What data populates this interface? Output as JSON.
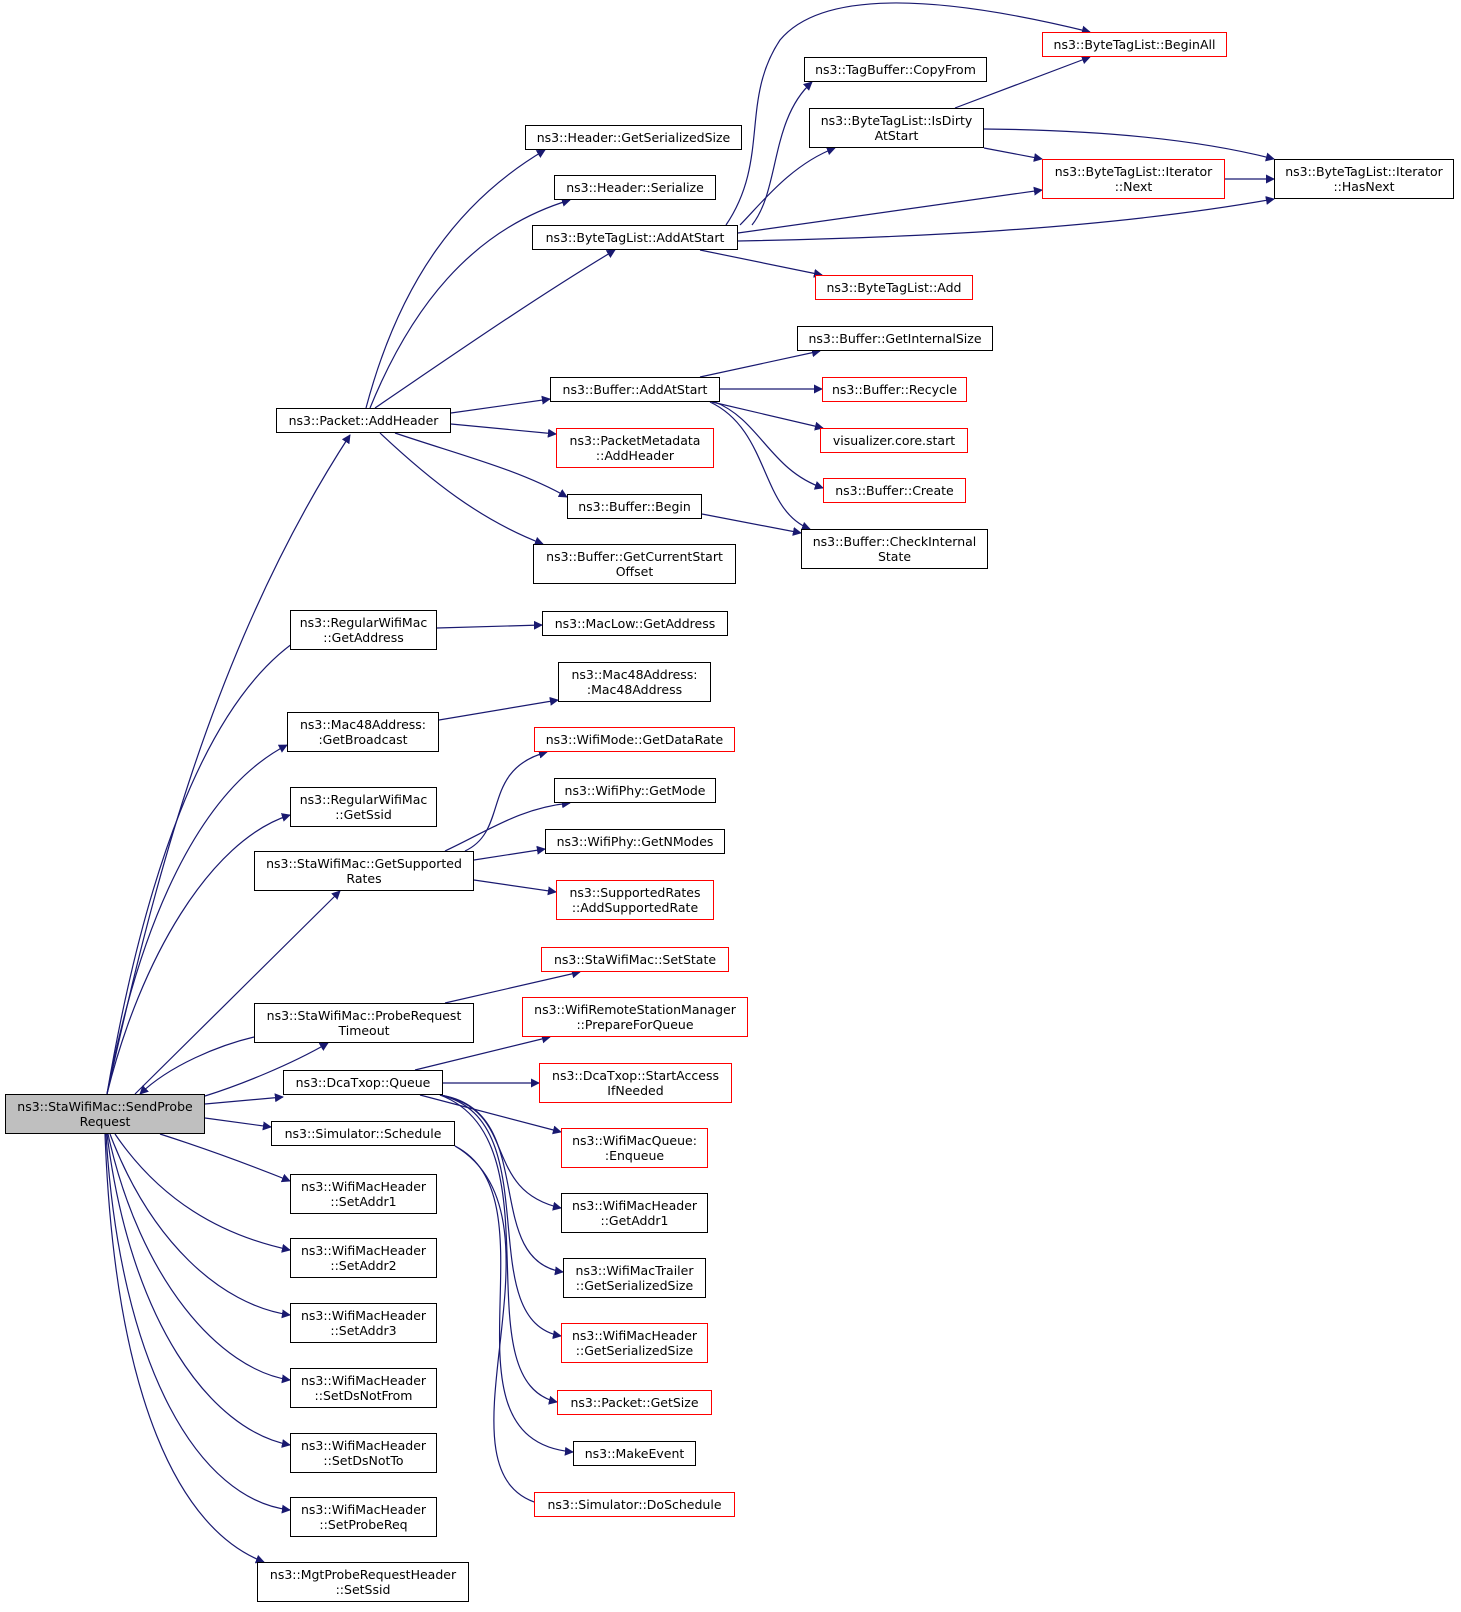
{
  "colors": {
    "edge": "#191970",
    "node_border": "#000000",
    "red_border": "#ff0000",
    "root_fill": "#bfbfbf",
    "background": "#ffffff"
  },
  "nodes": {
    "root": {
      "lines": [
        "ns3::StaWifiMac::SendProbe",
        "Request"
      ]
    },
    "packet_addheader": {
      "lines": [
        "ns3::Packet::AddHeader"
      ]
    },
    "header_getserializedsize": {
      "lines": [
        "ns3::Header::GetSerializedSize"
      ]
    },
    "header_serialize": {
      "lines": [
        "ns3::Header::Serialize"
      ]
    },
    "bytetaglist_addatstart": {
      "lines": [
        "ns3::ByteTagList::AddAtStart"
      ]
    },
    "tagbuffer_copyfrom": {
      "lines": [
        "ns3::TagBuffer::CopyFrom"
      ]
    },
    "bytetaglist_beginall": {
      "lines": [
        "ns3::ByteTagList::BeginAll"
      ]
    },
    "bytetaglist_isdirtyatstart": {
      "lines": [
        "ns3::ByteTagList::IsDirty",
        "AtStart"
      ]
    },
    "bytetaglist_iterator_next": {
      "lines": [
        "ns3::ByteTagList::Iterator",
        "::Next"
      ]
    },
    "bytetaglist_iterator_hasnext": {
      "lines": [
        "ns3::ByteTagList::Iterator",
        "::HasNext"
      ]
    },
    "bytetaglist_add": {
      "lines": [
        "ns3::ByteTagList::Add"
      ]
    },
    "buffer_getinternalsize": {
      "lines": [
        "ns3::Buffer::GetInternalSize"
      ]
    },
    "buffer_addatstart": {
      "lines": [
        "ns3::Buffer::AddAtStart"
      ]
    },
    "buffer_recycle": {
      "lines": [
        "ns3::Buffer::Recycle"
      ]
    },
    "visualizer_core_start": {
      "lines": [
        "visualizer.core.start"
      ]
    },
    "packetmetadata_addheader": {
      "lines": [
        "ns3::PacketMetadata",
        "::AddHeader"
      ]
    },
    "buffer_create": {
      "lines": [
        "ns3::Buffer::Create"
      ]
    },
    "buffer_begin": {
      "lines": [
        "ns3::Buffer::Begin"
      ]
    },
    "buffer_checkinternalstate": {
      "lines": [
        "ns3::Buffer::CheckInternal",
        "State"
      ]
    },
    "buffer_getcurrentstartoffset": {
      "lines": [
        "ns3::Buffer::GetCurrentStart",
        "Offset"
      ]
    },
    "regularwifimac_getaddress": {
      "lines": [
        "ns3::RegularWifiMac",
        "::GetAddress"
      ]
    },
    "maclow_getaddress": {
      "lines": [
        "ns3::MacLow::GetAddress"
      ]
    },
    "mac48address_ctor": {
      "lines": [
        "ns3::Mac48Address:",
        ":Mac48Address"
      ]
    },
    "mac48address_getbroadcast": {
      "lines": [
        "ns3::Mac48Address:",
        ":GetBroadcast"
      ]
    },
    "wifimode_getdatarate": {
      "lines": [
        "ns3::WifiMode::GetDataRate"
      ]
    },
    "regularwifimac_getssid": {
      "lines": [
        "ns3::RegularWifiMac",
        "::GetSsid"
      ]
    },
    "wifiphy_getmode": {
      "lines": [
        "ns3::WifiPhy::GetMode"
      ]
    },
    "wifiphy_getnmodes": {
      "lines": [
        "ns3::WifiPhy::GetNModes"
      ]
    },
    "stawifimac_getsupportedrates": {
      "lines": [
        "ns3::StaWifiMac::GetSupported",
        "Rates"
      ]
    },
    "supportedrates_addsupportedrate": {
      "lines": [
        "ns3::SupportedRates",
        "::AddSupportedRate"
      ]
    },
    "stawifimac_setstate": {
      "lines": [
        "ns3::StaWifiMac::SetState"
      ]
    },
    "stawifimac_proberequesttimeout": {
      "lines": [
        "ns3::StaWifiMac::ProbeRequest",
        "Timeout"
      ]
    },
    "wifiremotestationmanager_prepareforqueue": {
      "lines": [
        "ns3::WifiRemoteStationManager",
        "::PrepareForQueue"
      ]
    },
    "dcatxop_queue": {
      "lines": [
        "ns3::DcaTxop::Queue"
      ]
    },
    "dcatxop_startaccessifneeded": {
      "lines": [
        "ns3::DcaTxop::StartAccess",
        "IfNeeded"
      ]
    },
    "simulator_schedule": {
      "lines": [
        "ns3::Simulator::Schedule"
      ]
    },
    "wifimacqueue_enqueue": {
      "lines": [
        "ns3::WifiMacQueue:",
        ":Enqueue"
      ]
    },
    "wifimacheader_setaddr1": {
      "lines": [
        "ns3::WifiMacHeader",
        "::SetAddr1"
      ]
    },
    "wifimacheader_getaddr1": {
      "lines": [
        "ns3::WifiMacHeader",
        "::GetAddr1"
      ]
    },
    "wifimacheader_setaddr2": {
      "lines": [
        "ns3::WifiMacHeader",
        "::SetAddr2"
      ]
    },
    "wifimactrailer_getserializedsize": {
      "lines": [
        "ns3::WifiMacTrailer",
        "::GetSerializedSize"
      ]
    },
    "wifimacheader_setaddr3": {
      "lines": [
        "ns3::WifiMacHeader",
        "::SetAddr3"
      ]
    },
    "wifimacheader_getserializedsize": {
      "lines": [
        "ns3::WifiMacHeader",
        "::GetSerializedSize"
      ]
    },
    "wifimacheader_setdsnotfrom": {
      "lines": [
        "ns3::WifiMacHeader",
        "::SetDsNotFrom"
      ]
    },
    "packet_getsize": {
      "lines": [
        "ns3::Packet::GetSize"
      ]
    },
    "wifimacheader_setdsnotto": {
      "lines": [
        "ns3::WifiMacHeader",
        "::SetDsNotTo"
      ]
    },
    "makeevent": {
      "lines": [
        "ns3::MakeEvent"
      ]
    },
    "wifimacheader_setprobereq": {
      "lines": [
        "ns3::WifiMacHeader",
        "::SetProbeReq"
      ]
    },
    "simulator_doschedule": {
      "lines": [
        "ns3::Simulator::DoSchedule"
      ]
    },
    "mgtproberequestheader_setssid": {
      "lines": [
        "ns3::MgtProbeRequestHeader",
        "::SetSsid"
      ]
    }
  }
}
